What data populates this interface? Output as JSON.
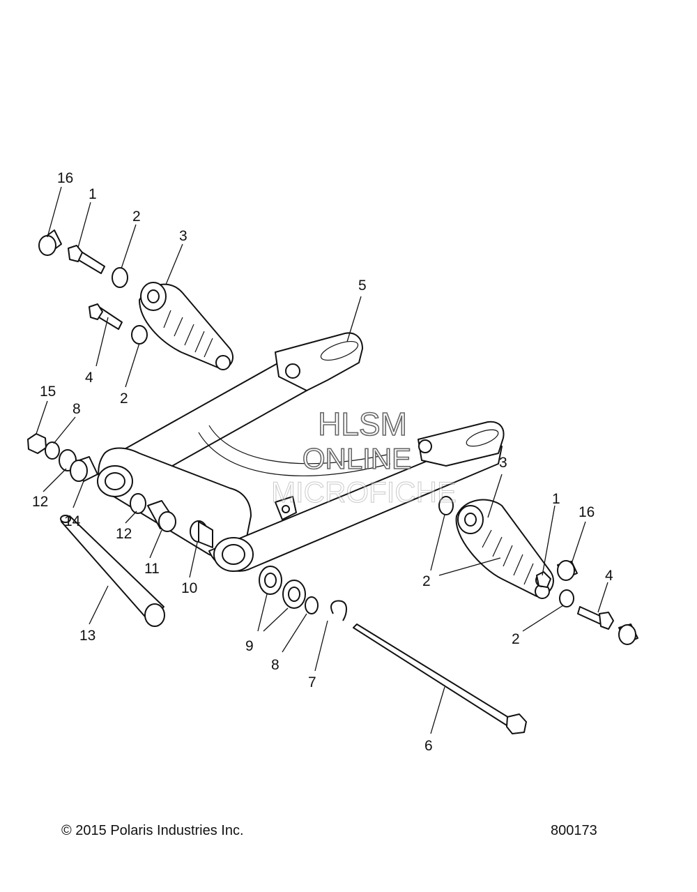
{
  "callouts": {
    "c16a": "16",
    "c1a": "1",
    "c2a": "2",
    "c3a": "3",
    "c4a": "4",
    "c2b": "2",
    "c5": "5",
    "c15": "15",
    "c8a": "8",
    "c12a": "12",
    "c14": "14",
    "c12b": "12",
    "c11": "11",
    "c10": "10",
    "c13": "13",
    "c3b": "3",
    "c1b": "1",
    "c16b": "16",
    "c4b": "4",
    "c2c": "2",
    "c2d": "2",
    "c9": "9",
    "c8b": "8",
    "c7": "7",
    "c6": "6"
  },
  "watermark": {
    "line1": "HLSM",
    "line2": "ONLINE",
    "line3": "MICROFICHE"
  },
  "footer": {
    "copyright": "© 2015 Polaris Industries Inc.",
    "drawing_number": "800173"
  }
}
